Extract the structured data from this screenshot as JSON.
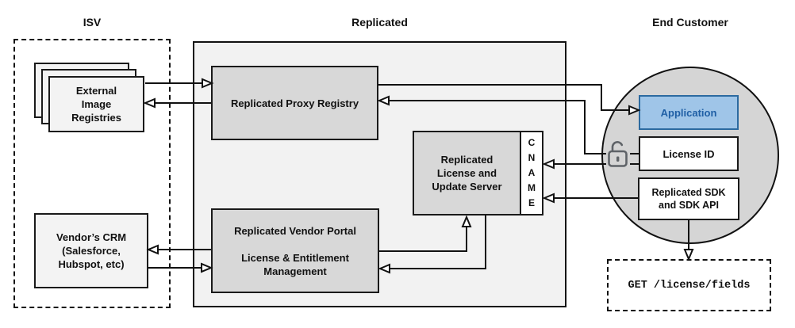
{
  "sections": {
    "isv": "ISV",
    "replicated": "Replicated",
    "end_customer": "End Customer"
  },
  "nodes": {
    "external_image_registries": "External\nImage\nRegistries",
    "vendors_crm": "Vendor’s CRM\n(Salesforce,\nHubspot, etc)",
    "proxy_registry": "Replicated Proxy Registry",
    "vendor_portal": "Replicated Vendor Portal\n\nLicense & Entitlement\nManagement",
    "license_update_server": "Replicated\nLicense and\nUpdate Server",
    "cname": "C\nN\nA\nM\nE",
    "application": "Application",
    "license_id": "License ID",
    "replicated_sdk": "Replicated SDK\nand SDK API",
    "get_endpoint": "GET /license/fields"
  },
  "icons": {
    "lock": "unlocked-padlock-icon"
  },
  "colors": {
    "container_fill": "#f2f2f2",
    "node_gray": "#d8d8d8",
    "circle_gray": "#d5d5d5",
    "application_fill": "#9fc5e8",
    "application_border": "#2c6aa0",
    "application_text": "#1f5fa5",
    "line": "#111111",
    "lock_gray": "#5f6368"
  }
}
